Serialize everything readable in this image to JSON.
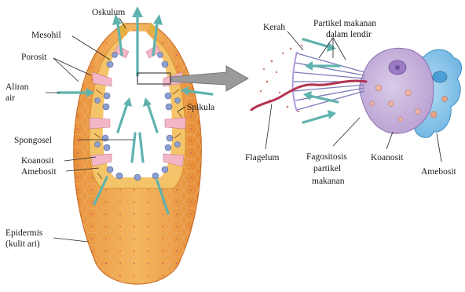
{
  "labels": {
    "oskulum": "Oskulum",
    "mesohil": "Mesohil",
    "porosit": "Porosit",
    "aliran_air": [
      "Aliran",
      "air"
    ],
    "spikula": "Spikula",
    "spongosel": "Spongosel",
    "koanosit_left": "Koanosit",
    "amebosit_left": "Amebosit",
    "epidermis": [
      "Epidermis",
      "(kulit ari)"
    ],
    "kerah": "Kerah",
    "partikel": [
      "Partikel makanan",
      "dalam lendir"
    ],
    "flagelum": "Flagelum",
    "fagositosis": [
      "Fagositosis",
      "partikel",
      "makanan"
    ],
    "koanosit_right": "Koanosit",
    "amebosit_right": "Amebosit"
  },
  "colors": {
    "body_orange": "#f0a145",
    "body_dark": "#d9782a",
    "mesohyl_yellow": "#f4c46a",
    "porocyte_pink": "#f2b6c6",
    "choanocyte_blue": "#8d9fcf",
    "water_flow": "#5fb3ae",
    "choanocyte_cell": "#c9b6dc",
    "amebocyte_cell": "#8ec8ea",
    "flagellum": "#b2324e"
  }
}
